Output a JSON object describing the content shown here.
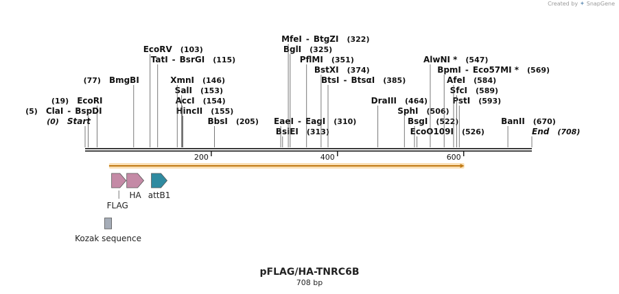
{
  "brand": {
    "text": "Created by",
    "logo_text": "SnapGene"
  },
  "title": "pFLAG/HA-TNRC6B",
  "subtitle": "708 bp",
  "sequence_length": 708,
  "ruler_ticks": [
    {
      "pos": 200,
      "label": "200"
    },
    {
      "pos": 400,
      "label": "400"
    },
    {
      "pos": 600,
      "label": "600"
    }
  ],
  "sites": [
    {
      "parts": [
        "End"
      ],
      "pos_label": "(708)",
      "pos": 708,
      "row": 0,
      "italic": true,
      "label_right": true
    },
    {
      "parts": [
        "BanII"
      ],
      "pos_label": "(670)",
      "pos": 670,
      "row": 1
    },
    {
      "parts": [
        "EcoO109I"
      ],
      "pos_label": "(526)",
      "pos": 526,
      "row": 0
    },
    {
      "parts": [
        "BsgI"
      ],
      "pos_label": "(522)",
      "pos": 522,
      "row": 1
    },
    {
      "parts": [
        "SphI"
      ],
      "pos_label": "(506)",
      "pos": 506,
      "row": 2
    },
    {
      "parts": [
        "DraIII"
      ],
      "pos_label": "(464)",
      "pos": 464,
      "row": 3
    },
    {
      "parts": [
        "PstI"
      ],
      "pos_label": "(593)",
      "pos": 593,
      "row": 3
    },
    {
      "parts": [
        "SfcI"
      ],
      "pos_label": "(589)",
      "pos": 589,
      "row": 4
    },
    {
      "parts": [
        "AfeI"
      ],
      "pos_label": "(584)",
      "pos": 584,
      "row": 5
    },
    {
      "parts": [
        "BpmI",
        "Eco57MI *"
      ],
      "pos_label": "(569)",
      "pos": 569,
      "row": 6
    },
    {
      "parts": [
        "AlwNI *"
      ],
      "pos_label": "(547)",
      "pos": 547,
      "row": 7
    },
    {
      "parts": [
        "BsiEI"
      ],
      "pos_label": "(313)",
      "pos": 313,
      "row": 0
    },
    {
      "parts": [
        "EaeI",
        "EagI"
      ],
      "pos_label": "(310)",
      "pos": 310,
      "row": 1
    },
    {
      "parts": [
        "BtsI",
        "BtsαI"
      ],
      "pos_label": "(385)",
      "pos": 385,
      "row": 5
    },
    {
      "parts": [
        "BstXI"
      ],
      "pos_label": "(374)",
      "pos": 374,
      "row": 6
    },
    {
      "parts": [
        "PflMI"
      ],
      "pos_label": "(351)",
      "pos": 351,
      "row": 7
    },
    {
      "parts": [
        "BglI"
      ],
      "pos_label": "(325)",
      "pos": 325,
      "row": 8
    },
    {
      "parts": [
        "MfeI",
        "BtgZI"
      ],
      "pos_label": "(322)",
      "pos": 322,
      "row": 9
    },
    {
      "parts": [
        "BbsI"
      ],
      "pos_label": "(205)",
      "pos": 205,
      "row": 1
    },
    {
      "parts": [
        "HincII"
      ],
      "pos_label": "(155)",
      "pos": 155,
      "row": 2
    },
    {
      "parts": [
        "AccI"
      ],
      "pos_label": "(154)",
      "pos": 154,
      "row": 3
    },
    {
      "parts": [
        "SalI"
      ],
      "pos_label": "(153)",
      "pos": 153,
      "row": 4
    },
    {
      "parts": [
        "XmnI"
      ],
      "pos_label": "(146)",
      "pos": 146,
      "row": 5
    },
    {
      "parts": [
        "TatI",
        "BsrGI"
      ],
      "pos_label": "(115)",
      "pos": 115,
      "row": 7
    },
    {
      "parts": [
        "EcoRV"
      ],
      "pos_label": "(103)",
      "pos": 103,
      "row": 8
    },
    {
      "parts": [
        "BmgBI"
      ],
      "pos_label": "(77)",
      "pos": 77,
      "row": 5,
      "pos_left": true
    },
    {
      "parts": [
        "EcoRI"
      ],
      "pos_label": "(19)",
      "pos": 19,
      "row": 3,
      "pos_left": true
    },
    {
      "parts": [
        "ClaI",
        "BspDI"
      ],
      "pos_label": "(5)",
      "pos": 5,
      "row": 2,
      "pos_left": true
    },
    {
      "parts": [
        "Start"
      ],
      "pos_label": "(0)",
      "pos": 0,
      "row": 1,
      "italic": true,
      "pos_left": true
    }
  ],
  "orf": {
    "start": 38,
    "end": 601,
    "color": "#f5b95a"
  },
  "features": [
    {
      "name": "FLAG",
      "start": 42,
      "end": 65,
      "color": "#c48aa6",
      "label_below": true
    },
    {
      "name": "HA",
      "start": 66,
      "end": 93,
      "color": "#c48aa6",
      "label_below": false
    },
    {
      "name": "attB1",
      "start": 105,
      "end": 130,
      "color": "#2f8aa0",
      "label_below": false
    },
    {
      "name": "Kozak sequence",
      "start": 31,
      "end": 42,
      "color": "#a6adb8",
      "kind": "box"
    }
  ]
}
